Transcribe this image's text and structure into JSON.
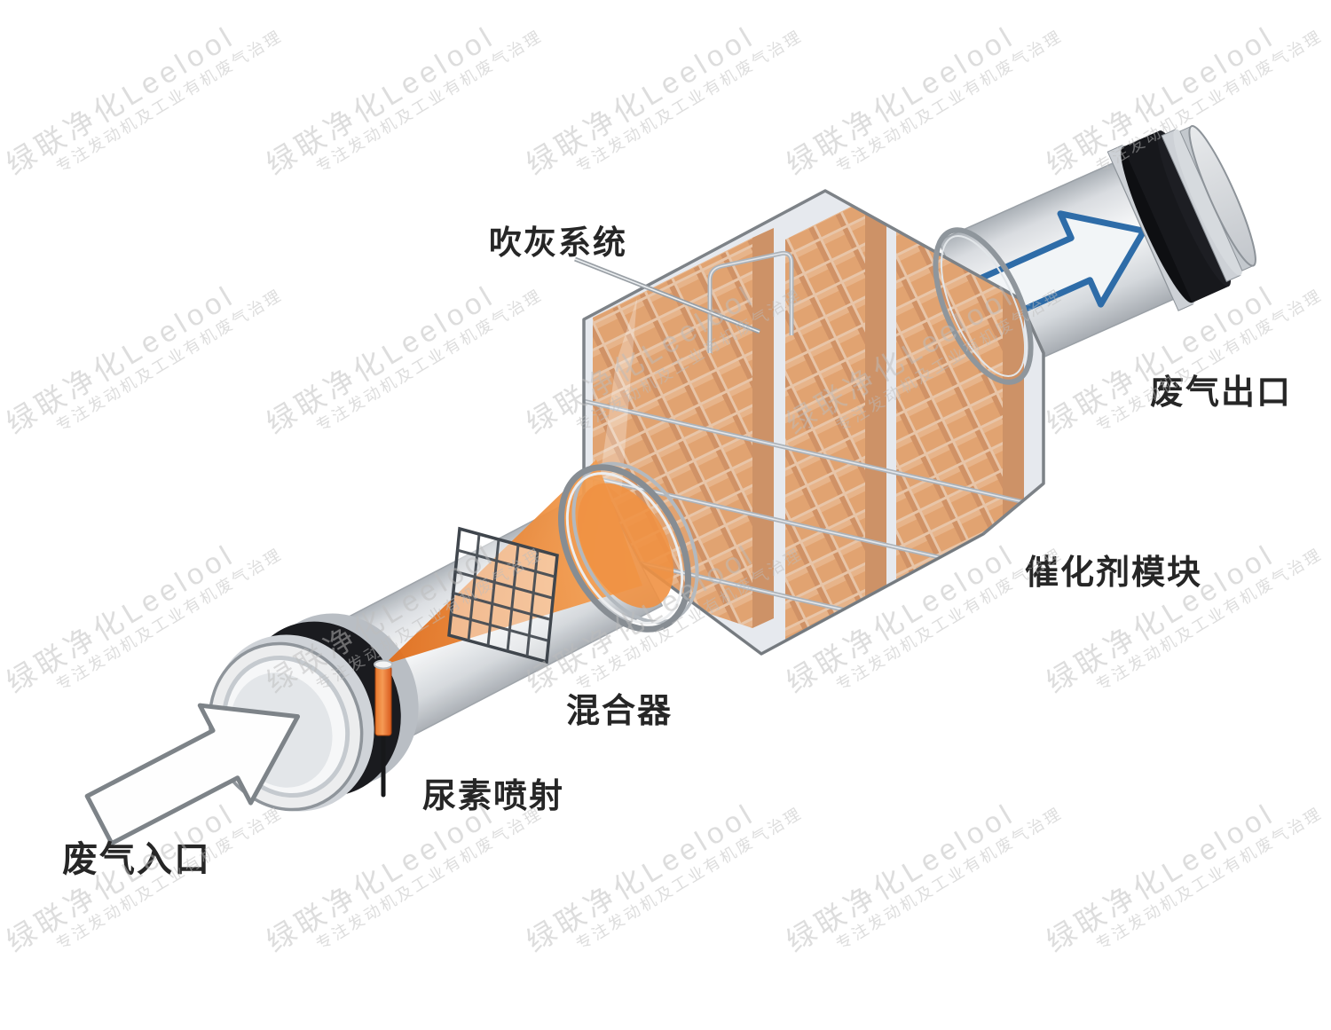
{
  "diagram": {
    "title_context": "SCR exhaust gas purification system diagram",
    "labels": {
      "soot_blowing": "吹灰系统",
      "gas_outlet": "废气出口",
      "catalyst_module": "催化剂模块",
      "mixer": "混合器",
      "urea_injection": "尿素喷射",
      "gas_inlet": "废气入口"
    },
    "watermark": {
      "line1": "绿联净化Leelool",
      "line2": "专注发动机及工业有机废气治理"
    },
    "colors": {
      "catalyst_orange": "#EC8938",
      "catalyst_top_orange": "#F5A45F",
      "catalyst_side_orange": "#D16F27",
      "spray_orange": "#E8762A",
      "outlet_arrow_blue": "#2E6CA8",
      "pipe_gray": "#D6DADE",
      "housing_gray": "#7D8287",
      "watermark_gray": "#BDBDBD"
    },
    "icons": {
      "inlet_arrow": "flow-direction-arrow",
      "outlet_arrow": "flow-direction-arrow"
    }
  }
}
